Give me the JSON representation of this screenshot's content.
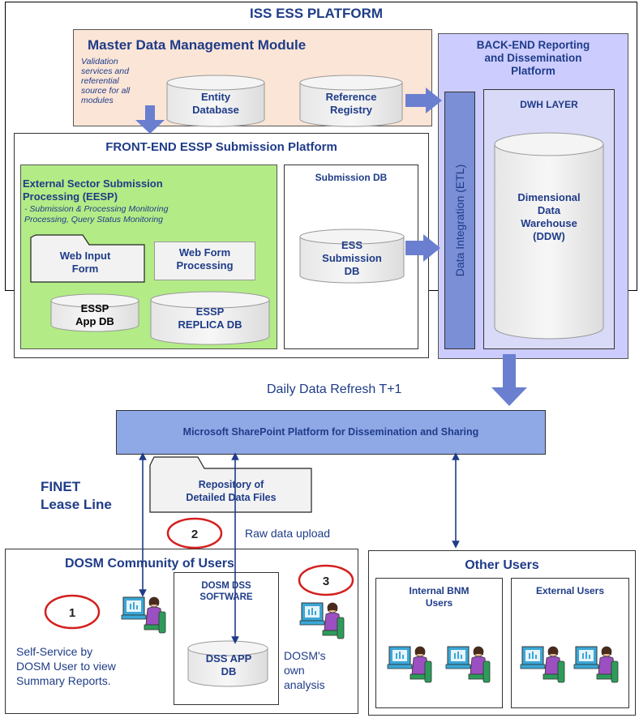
{
  "platform_title": "ISS ESS PLATFORM",
  "mdm": {
    "title": "Master Data Management Module",
    "note_lines": [
      "Validation",
      "services and",
      "referential",
      "source for all",
      "modules"
    ],
    "entity_db": [
      "Entity",
      "Database"
    ],
    "reference_registry": [
      "Reference",
      "Registry"
    ]
  },
  "backend": {
    "title_lines": [
      "BACK-END Reporting",
      "and Dissemination",
      "Platform"
    ],
    "etl_label": "Data Integration (ETL)",
    "dwh_title": "DWH LAYER",
    "ddw_lines": [
      "Dimensional",
      "Data",
      "Warehouse",
      "(DDW)"
    ]
  },
  "frontend": {
    "title": "FRONT-END ESSP Submission Platform",
    "eesp_title_lines": [
      "External Sector Submission",
      "Processing (EESP)"
    ],
    "eesp_note_lines": [
      "- Submission & Processing Monitoring",
      "Processing,  Query Status Monitoring"
    ],
    "web_input_form": [
      "Web Input",
      "Form"
    ],
    "web_form_processing": [
      "Web Form",
      "Processing"
    ],
    "essp_app_db": [
      "ESSP",
      "App DB"
    ],
    "essp_replica_db": [
      "ESSP",
      "REPLICA DB"
    ],
    "submission_db_title": "Submission  DB",
    "ess_submission_db": [
      "ESS",
      "Submission",
      "DB"
    ]
  },
  "daily_refresh": "Daily Data Refresh T+1",
  "sharepoint": "Microsoft  SharePoint Platform for Dissemination  and Sharing",
  "finet_lines": [
    "FINET",
    "Lease Line"
  ],
  "repository_lines": [
    "Repository of",
    "Detailed Data Files"
  ],
  "raw_upload": "Raw data upload",
  "dosm": {
    "title": "DOSM Community of Users",
    "dss_software": [
      "DOSM DSS",
      "SOFTWARE"
    ],
    "dss_app_db": [
      "DSS APP",
      "DB"
    ],
    "self_service_lines": [
      "Self-Service by",
      "DOSM User to view",
      "Summary Reports."
    ],
    "own_analysis_lines": [
      "DOSM's",
      "own",
      "analysis"
    ]
  },
  "other": {
    "title": "Other Users",
    "internal": [
      "Internal BNM",
      "Users"
    ],
    "external": "External Users"
  },
  "callouts": [
    "1",
    "2",
    "3"
  ],
  "colors": {
    "mdm_fill": "#fbe5d6",
    "backend_fill": "#ccccff",
    "eesp_fill": "#b3ec86",
    "etl_fill": "#7b8fd6",
    "arrow_fill": "#6a7fd0",
    "sharepoint_fill": "#8fa8e6",
    "callout_red": "#d32020",
    "text_blue": "#1f3c88"
  }
}
